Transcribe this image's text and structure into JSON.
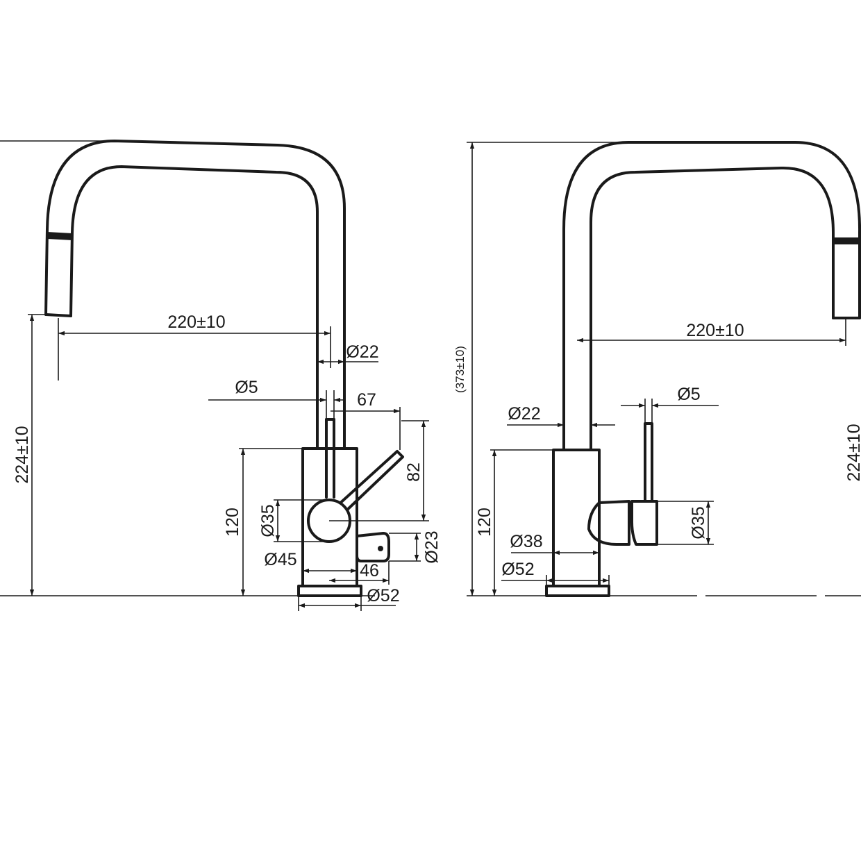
{
  "left_view": {
    "reach": "220±10",
    "height": "224±10",
    "spout_diameter": "Ø22",
    "lever_diameter": "Ø5",
    "lever_offset": "67",
    "lever_height": "82",
    "body_height": "120",
    "hub_diameter": "Ø35",
    "body_diameter": "Ø45",
    "side_offset": "46",
    "side_diameter": "Ø23",
    "base_diameter": "Ø52"
  },
  "right_view": {
    "overall_height": "(373±10)",
    "reach": "220±10",
    "spout_diameter": "Ø22",
    "lever_diameter": "Ø5",
    "body_height": "120",
    "handle_diameter": "Ø35",
    "body_diameter": "Ø38",
    "base_diameter": "Ø52",
    "height": "224±10"
  }
}
